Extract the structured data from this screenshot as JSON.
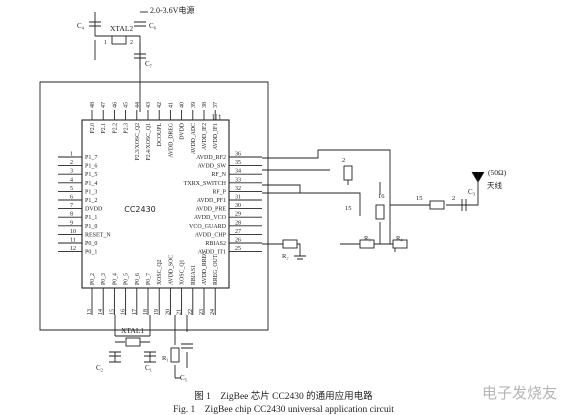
{
  "power_label": "2.0-3.6V电源",
  "crystal_top": "XTAL2",
  "crystal_bottom": "XTAL1",
  "chip_name": "CC2430",
  "chip_ref": "U1",
  "top_pins": [
    {
      "num": "48",
      "label": "P2.0"
    },
    {
      "num": "47",
      "label": "P2.1"
    },
    {
      "num": "46",
      "label": "P2.2"
    },
    {
      "num": "45",
      "label": "P2.3"
    },
    {
      "num": "44",
      "label": "P2.3/XOSC_Q2"
    },
    {
      "num": "43",
      "label": "P2.4/XOSC_Q1"
    },
    {
      "num": "42",
      "label": "DCOUPL"
    },
    {
      "num": "41",
      "label": "AVDD_DREG"
    },
    {
      "num": "40",
      "label": "DVDD"
    },
    {
      "num": "39",
      "label": "AVDD_ADC"
    },
    {
      "num": "38",
      "label": "AVDD_IF2"
    },
    {
      "num": "37",
      "label": "AVDD_IF1"
    }
  ],
  "left_pins": [
    {
      "num": "1",
      "label": "P1_7"
    },
    {
      "num": "2",
      "label": "P1_6"
    },
    {
      "num": "3",
      "label": "P1_5"
    },
    {
      "num": "4",
      "label": "P1_4"
    },
    {
      "num": "5",
      "label": "P1_3"
    },
    {
      "num": "6",
      "label": "P1_2"
    },
    {
      "num": "7",
      "label": "DVDD"
    },
    {
      "num": "8",
      "label": "P1_1"
    },
    {
      "num": "9",
      "label": "P1_0"
    },
    {
      "num": "10",
      "label": "RESET_N"
    },
    {
      "num": "11",
      "label": "P0_0"
    },
    {
      "num": "12",
      "label": "P0_1"
    }
  ],
  "right_pins": [
    {
      "num": "36",
      "label": "AVDD_RF2"
    },
    {
      "num": "35",
      "label": "AVDD_SW"
    },
    {
      "num": "34",
      "label": "RF_N"
    },
    {
      "num": "33",
      "label": "TXRX_SWITCH"
    },
    {
      "num": "32",
      "label": "RF_P"
    },
    {
      "num": "31",
      "label": "AVDD_PF1"
    },
    {
      "num": "30",
      "label": "AVDD_PRE"
    },
    {
      "num": "29",
      "label": "AVDD_VCO"
    },
    {
      "num": "28",
      "label": "VCO_GUARD"
    },
    {
      "num": "27",
      "label": "AVDD_CHP"
    },
    {
      "num": "26",
      "label": "RBIAS2"
    },
    {
      "num": "25",
      "label": "AVDD_IT1"
    }
  ],
  "bottom_pins": [
    {
      "num": "13",
      "label": "P0_2"
    },
    {
      "num": "14",
      "label": "P0_3"
    },
    {
      "num": "15",
      "label": "P0_4"
    },
    {
      "num": "16",
      "label": "P0_5"
    },
    {
      "num": "17",
      "label": "P0_6"
    },
    {
      "num": "18",
      "label": "P0_7"
    },
    {
      "num": "19",
      "label": "XOSC_Q2"
    },
    {
      "num": "20",
      "label": "AVDD_SOC"
    },
    {
      "num": "21",
      "label": "XOSC_Q1"
    },
    {
      "num": "22",
      "label": "RBIAS1"
    },
    {
      "num": "23",
      "label": "AVDD_RREG"
    },
    {
      "num": "24",
      "label": "RREG_OUT"
    }
  ],
  "components": {
    "c1": "C₁",
    "c2": "C₂",
    "c3": "C₃",
    "c4": "C₄",
    "c5": "C₅",
    "r1": "R₁",
    "r2": "R₂",
    "r3": "R₃",
    "r4": "R₄"
  },
  "rf_numbers": {
    "n2": "2",
    "n16": "16",
    "n15a": "15",
    "n15b": "15",
    "n2b": "2",
    "xtal_pin1": "1",
    "xtal_pin2": "2"
  },
  "antenna_impedance": "(50Ω)",
  "antenna_label": "天线",
  "caption_cn": "图 1　ZigBee 芯片 CC2430 的通用应用电路",
  "caption_en": "Fig. 1　ZigBee chip CC2430 universal application circuit",
  "watermark": "电子发烧友",
  "colors": {
    "line": "#222222",
    "watermark": "#aaaaaa"
  }
}
